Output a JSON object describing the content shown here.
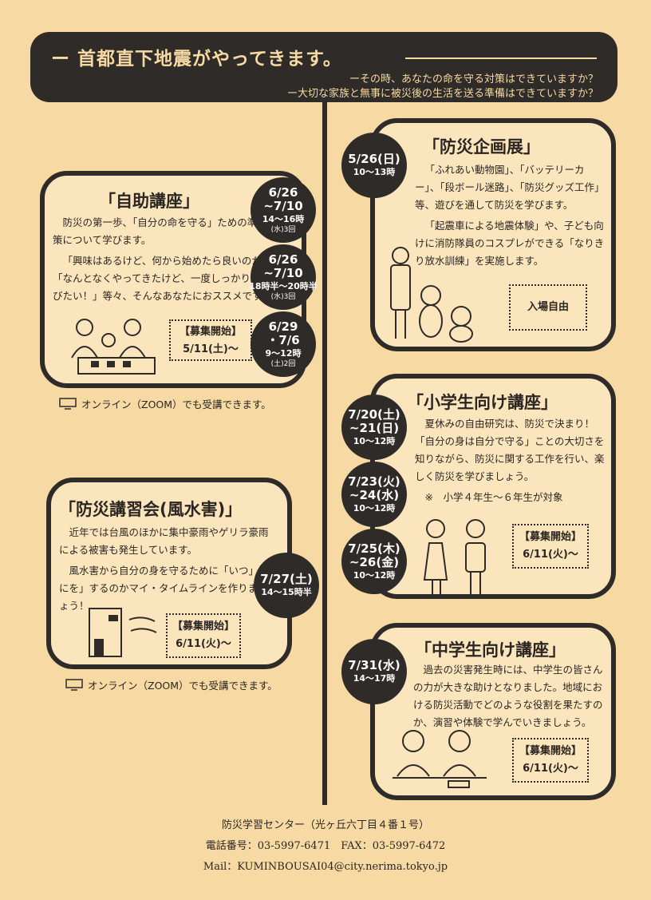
{
  "header": {
    "title": "ー 首都直下地震がやってきます。",
    "sub1": "ーその時、あなたの命を守る対策はできていますか？",
    "sub2": "ー大切な家族と無事に被災後の生活を送る準備はできていますか？"
  },
  "cards": {
    "jijo": {
      "title": "「自助講座」",
      "p1": "防災の第一歩、「自分の命を守る」ための準備や対策について学びます。",
      "p2": "「興味はあるけど、何から始めたら良いのか…」「なんとなくやってきたけど、一度しっかり基礎を学びたい！」等々、そんなあなたにおススメです！",
      "badge_label": "【募集開始】",
      "badge_date": "5/11(土)〜"
    },
    "kikaku": {
      "title": "「防災企画展」",
      "p1": "「ふれあい動物園」、「バッテリーカー」、「段ボール迷路」、「防災グッズ工作」等、遊びを通して防災を学びます。",
      "p2": "「起震車による地震体験」や、子ども向けに消防隊員のコスプレができる「なりきり放水訓練」を実施します。",
      "badge": "入場自由"
    },
    "shogaku": {
      "title": "「小学生向け講座」",
      "p1": "夏休みの自由研究は、防災で決まり！「自分の身は自分で守る」ことの大切さを知りながら、防災に関する工作を行い、楽しく防災を学びましょう。",
      "note": "※　小学４年生〜６年生が対象",
      "badge_label": "【募集開始】",
      "badge_date": "6/11(火)〜"
    },
    "fusui": {
      "title": "「防災講習会(風水害)」",
      "p1": "近年では台風のほかに集中豪雨やゲリラ豪雨による被害も発生しています。",
      "p2": "風水害から自分の身を守るために「いつ」「なにを」するのかマイ・タイムラインを作りましょう！",
      "badge_label": "【募集開始】",
      "badge_date": "6/11(火)〜"
    },
    "chugaku": {
      "title": "「中学生向け講座」",
      "p1": "過去の災害発生時には、中学生の皆さんの力が大きな助けとなりました。地域における防災活動でどのような役割を果たすのか、演習や体験で学んでいきましょう。",
      "badge_label": "【募集開始】",
      "badge_date": "6/11(火)〜"
    }
  },
  "dates": {
    "d1": {
      "date": "5/26(日)",
      "time": "10〜13時"
    },
    "d2": {
      "date": "6/26",
      "date2": "~7/10",
      "time": "14〜16時",
      "note": "(水)3回"
    },
    "d3": {
      "date": "6/26",
      "date2": "~7/10",
      "time": "18時半〜20時半",
      "note": "(水)3回"
    },
    "d4": {
      "date": "6/29",
      "date2": "・7/6",
      "time": "9〜12時",
      "note": "(土)2回"
    },
    "d5": {
      "date": "7/20(土)",
      "date2": "~21(日)",
      "time": "10〜12時"
    },
    "d6": {
      "date": "7/23(火)",
      "date2": "~24(水)",
      "time": "10〜12時"
    },
    "d7": {
      "date": "7/25(木)",
      "date2": "~26(金)",
      "time": "10〜12時"
    },
    "d8": {
      "date": "7/27(土)",
      "time": "14〜15時半"
    },
    "d9": {
      "date": "7/31(水)",
      "time": "14〜17時"
    }
  },
  "online": {
    "text1": "オンライン（ZOOM）でも受講できます。",
    "text2": "オンライン（ZOOM）でも受講できます。"
  },
  "footer": {
    "center": "防災学習センター（光ヶ丘六丁目４番１号）",
    "phone": "電話番号：03-5997-6471　FAX：03-5997-6472",
    "mail": "Mail：KUMINBOUSAI04@city.nerima.tokyo.jp"
  },
  "colors": {
    "background": "#f6d9a3",
    "ink": "#2e2b28",
    "card": "#fbe5bd"
  }
}
